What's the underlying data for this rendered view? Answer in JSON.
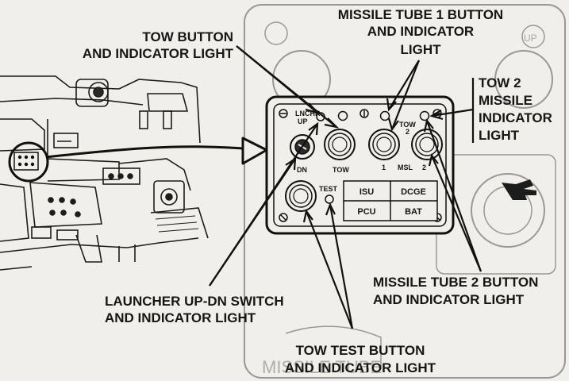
{
  "callouts": {
    "tow_button": [
      "TOW BUTTON",
      "AND INDICATOR LIGHT"
    ],
    "missile_tube_1": [
      "MISSILE TUBE 1 BUTTON",
      "AND INDICATOR",
      "LIGHT"
    ],
    "tow2_indicator": [
      "TOW 2",
      "MISSILE",
      "INDICATOR",
      "LIGHT"
    ],
    "launcher_switch": [
      "LAUNCHER UP-DN SWITCH",
      "AND INDICATOR LIGHT"
    ],
    "missile_tube_2": [
      "MISSILE TUBE 2 BUTTON",
      "AND INDICATOR LIGHT"
    ],
    "tow_test": [
      "TOW  TEST  BUTTON",
      "AND INDICATOR LIGHT"
    ]
  },
  "panel": {
    "lnchr": "LNCHR",
    "up": "UP",
    "dn": "DN",
    "tow": "TOW",
    "tow2_top": "TOW",
    "tow2_bottom": "2",
    "msl_1": "1",
    "msl": "MSL",
    "msl_2": "2",
    "test": "TEST",
    "isu": "ISU",
    "dcge": "DCGE",
    "pcu": "PCU",
    "bat": "BAT"
  },
  "background": {
    "ghost_text": "MISSILE TUBE",
    "ghost_mark": "UP"
  }
}
